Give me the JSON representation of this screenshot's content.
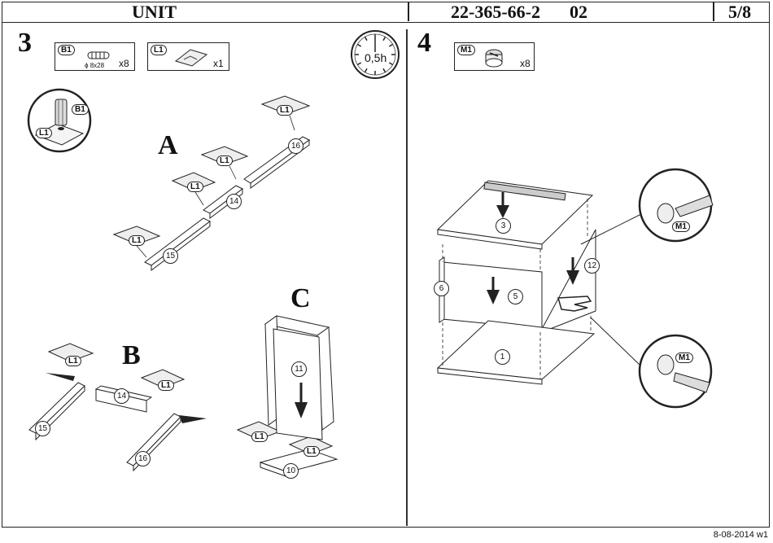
{
  "header": {
    "title": "UNIT",
    "code": "22-365-66-2",
    "version": "02",
    "page": "5/8"
  },
  "step3": {
    "number": "3",
    "parts": [
      {
        "tag": "B1",
        "size": "ϕ 8x28",
        "qty": "x8"
      },
      {
        "tag": "L1",
        "qty": "x1"
      }
    ],
    "time": "0,5h",
    "sub_a": "A",
    "sub_b": "B",
    "sub_c": "C",
    "callout_tags": [
      "B1",
      "L1"
    ],
    "panel_labels": [
      "16",
      "14",
      "15",
      "14",
      "15",
      "16",
      "11",
      "10"
    ],
    "glue_tag": "L1"
  },
  "step4": {
    "number": "4",
    "parts": [
      {
        "tag": "M1",
        "qty": "x8"
      }
    ],
    "panel_labels": [
      "3",
      "12",
      "6",
      "5",
      "1"
    ],
    "callout_tag": "M1"
  },
  "footer": {
    "date": "8-08-2014 w1"
  }
}
